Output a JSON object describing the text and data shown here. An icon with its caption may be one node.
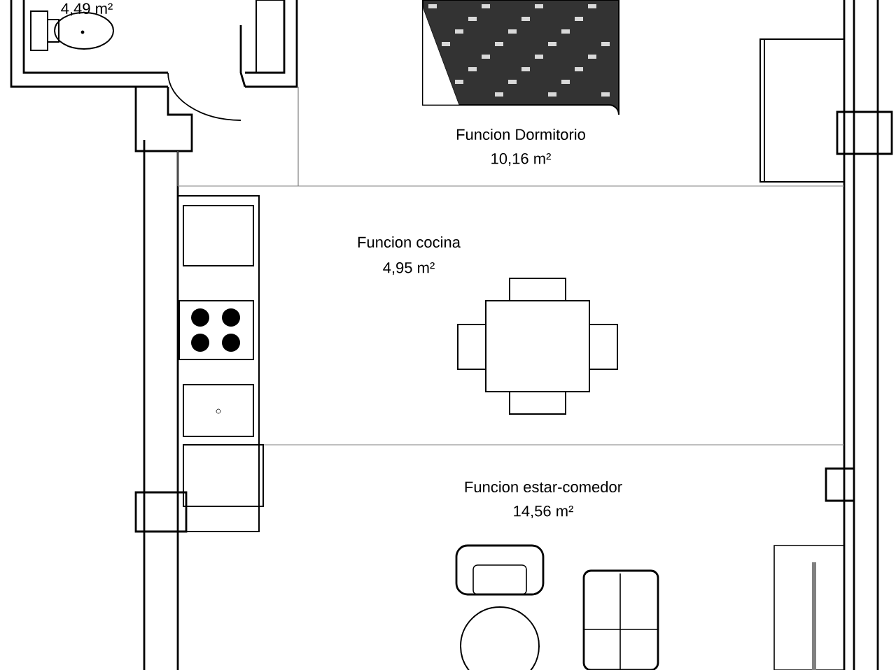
{
  "diagram": {
    "labels": [
      "4,49 m²",
      "Funcion Dormitorio",
      "10,16 m²",
      "Funcion cocina",
      "4,95 m²",
      "Funcion estar-comedor",
      "14,56 m²"
    ]
  }
}
